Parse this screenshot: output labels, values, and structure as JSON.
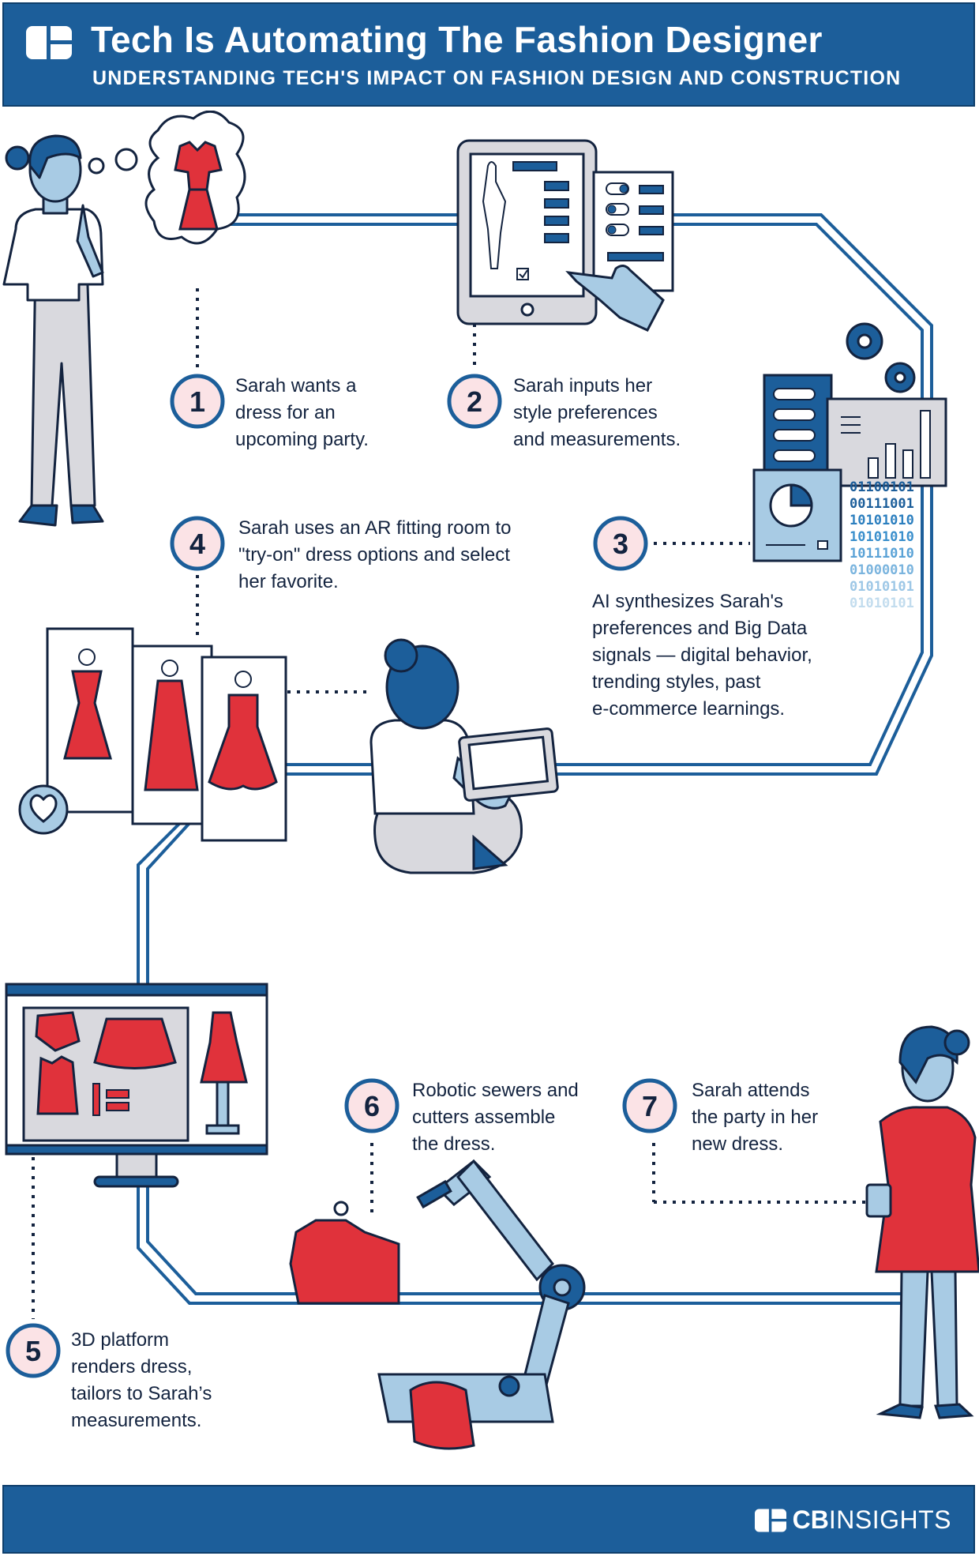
{
  "header": {
    "title": "Tech Is Automating The Fashion Designer",
    "subtitle": "UNDERSTANDING TECH'S IMPACT ON FASHION DESIGN AND CONSTRUCTION"
  },
  "steps": [
    {
      "number": "1",
      "lines": [
        "Sarah wants a",
        "dress for an",
        "upcoming party."
      ]
    },
    {
      "number": "2",
      "lines": [
        "Sarah inputs her",
        "style preferences",
        "and measurements."
      ]
    },
    {
      "number": "3",
      "lines": [
        "AI synthesizes Sarah's",
        "preferences and Big Data",
        "signals — digital behavior,",
        "trending styles, past",
        "e-commerce learnings."
      ]
    },
    {
      "number": "4",
      "lines": [
        "Sarah uses an AR fitting room to",
        "\"try-on\" dress options and select",
        "her favorite."
      ]
    },
    {
      "number": "5",
      "lines": [
        "3D platform",
        "renders dress,",
        "tailors to Sarah’s",
        "measurements."
      ]
    },
    {
      "number": "6",
      "lines": [
        "Robotic sewers and",
        "cutters assemble",
        "the dress."
      ]
    },
    {
      "number": "7",
      "lines": [
        "Sarah attends",
        "the party in her",
        "new dress."
      ]
    }
  ],
  "binary": [
    "01100101",
    "00111001",
    "10101010",
    "10101010",
    "10111010",
    "01000010",
    "01010101",
    "01010101"
  ],
  "footer": {
    "brand_bold": "CB",
    "brand_light": "INSIGHTS"
  },
  "colors": {
    "navy": "#1c5e9a",
    "dark": "#13233f",
    "red": "#e0323b",
    "light_blue": "#a8cbe4",
    "pink": "#fbe3e6",
    "grey": "#d9d9de"
  }
}
